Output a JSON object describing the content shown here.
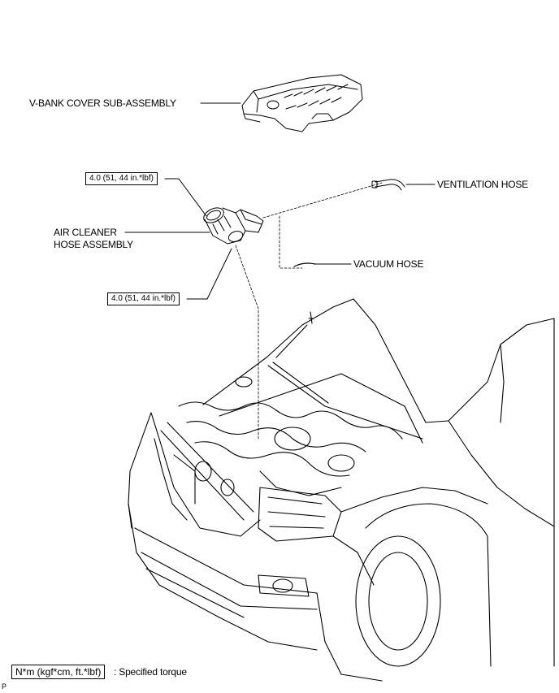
{
  "labels": {
    "v_bank_cover": "V-BANK COVER SUB-ASSEMBLY",
    "ventilation_hose": "VENTILATION HOSE",
    "air_cleaner_line1": "AIR CLEANER",
    "air_cleaner_line2": "HOSE ASSEMBLY",
    "vacuum_hose": "VACUUM HOSE"
  },
  "torque": {
    "upper": "4.0 (51, 44 in.*lbf)",
    "lower": "4.0 (51, 44 in.*lbf)"
  },
  "legend": {
    "unit_box": "N*m (kgf*cm, ft.*lbf)",
    "description": ": Specified torque"
  },
  "corner_mark": "P"
}
